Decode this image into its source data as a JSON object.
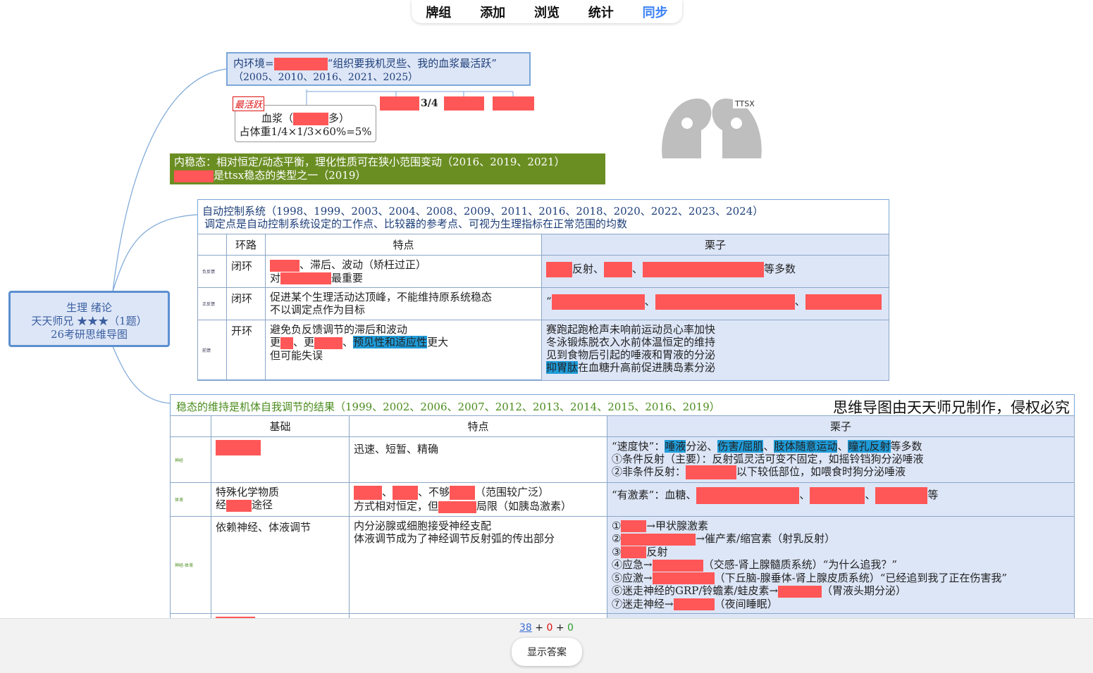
{
  "nav": {
    "tabs": [
      {
        "label": "牌组"
      },
      {
        "label": "添加"
      },
      {
        "label": "浏览"
      },
      {
        "label": "统计"
      },
      {
        "label": "同步",
        "active": true
      }
    ]
  },
  "root_node": {
    "line1": "生理 绪论",
    "line2": "天天师兄 ★★★（1题）",
    "line3": "26考研思维导图"
  },
  "node_internal_env": {
    "line1_prefix": "内环境=",
    "line1_suffix": "“组织要我机灵些、我的血浆最活跃”",
    "line2": "（2005、2010、2016、2021、2025）",
    "fraction_label": "3/4",
    "tag": "最活跃",
    "plasma_prefix": "血浆（",
    "plasma_suffix": "多）",
    "plasma_line2": "占体重1/4×1/3×60%=5%"
  },
  "node_homeostasis": {
    "line1": "内稳态：相对恒定/动态平衡，理化性质可在狭小范围变动（2016、2019、2021）",
    "line2_suffix": "是ttsx稳态的类型之一（2019）"
  },
  "logo": {
    "text": "TTSX"
  },
  "auto_control": {
    "line1": "自动控制系统（1998、1999、2003、2004、2008、2009、2011、2016、2018、2020、2022、2023、2024）",
    "line2": "调定点是自动控制系统设定的工作点、比较器的参考点、可视为生理指标在正常范围的均数",
    "headers": [
      "环路",
      "特点",
      "栗子"
    ],
    "rows": [
      {
        "side": "负反馈",
        "loop": "闭环",
        "feature_a": "、滞后、波动（矫枉过正）",
        "feature_b_prefix": "对",
        "feature_b_suffix": "最重要",
        "example_a": "反射、",
        "example_b": "、",
        "example_c": "等多数"
      },
      {
        "side": "正反馈",
        "loop": "闭环",
        "feature_a": "促进某个生理活动达顶峰，不能维持原系统稳态",
        "feature_b": "不以调定点作为目标",
        "example_a": "“",
        "example_b": "、",
        "example_c": "、"
      },
      {
        "side": "前馈",
        "loop": "开环",
        "feature_a": "避免负反馈调节的滞后和波动",
        "feature_b_1": "更",
        "feature_b_2": "、更",
        "feature_b_3": "、",
        "feature_b_hl": "预见性和适应性",
        "feature_b_4": "更大",
        "feature_c": "但可能失误",
        "examples": [
          "赛跑起跑枪声未响前运动员心率加快",
          "冬泳锻炼脱衣入水前体温恒定的维持",
          "见到食物后引起的唾液和胃液的分泌"
        ],
        "example_last_hl": "抑胃肽",
        "example_last_suffix": "在血糖升高前促进胰岛素分泌"
      }
    ]
  },
  "regulation": {
    "title": "稳态的维持是机体自我调节的结果（1999、2002、2006、2007、2012、2013、2014、2015、2016、2019）",
    "watermark": "思维导图由天天师兄制作，侵权必究",
    "headers": [
      "基础",
      "特点",
      "栗子"
    ],
    "rows": [
      {
        "side": "神经",
        "feature": "迅速、短暂、精确",
        "ex1_prefix": "“速度快”：",
        "ex1_hl1": "唾液",
        "ex1_t1": "分泌、",
        "ex1_hl2": "伤害/屈肌",
        "ex1_t2": "、",
        "ex1_hl3": "肢体随意运动",
        "ex1_t3": "、",
        "ex1_hl4": "瞳孔",
        "ex1_hl5": "反射",
        "ex1_suffix": "等多数",
        "ex2": "①条件反射（主要）：反射弧灵活可变不固定，如摇铃铛狗分泌唾液",
        "ex3_prefix": "②非条件反射：",
        "ex3_suffix": "以下较低部位，如喂食时狗分泌唾液"
      },
      {
        "side": "体液",
        "base1": "特殊化学物质",
        "base2_prefix": "经",
        "base2_suffix": "途径",
        "f1_a": "、",
        "f1_b": "、不够",
        "f1_c": "（范围较广泛）",
        "f2_a": "方式相对恒定，但",
        "f2_b": "局限（如胰岛激素）",
        "ex_prefix": "“有激素”：血糖、",
        "ex_sep1": "、",
        "ex_sep2": "、",
        "ex_suffix": "等"
      },
      {
        "side": "神经-体液",
        "base": "依赖神经、体液调节",
        "f1": "内分泌腺或细胞接受神经支配",
        "f2": "体液调节成为了神经调节反射弧的传出部分",
        "e1_num": "①",
        "e1_suffix": "→甲状腺激素",
        "e2_num": "②",
        "e2_suffix": "→催产素/缩宫素（射乳反射）",
        "e3_num": "③",
        "e3_suffix": "反射",
        "e4_prefix": "④应急→",
        "e4_suffix": "（交感-肾上腺髓质系统）“为什么追我？”",
        "e5_prefix": "⑤应激→",
        "e5_suffix": "（下丘脑-腺垂体-肾上腺皮质系统）“已经追到我了正在伤害我”",
        "e6_prefix": "⑥迷走神经的GRP/铃蟾素/蛙皮素→",
        "e6_suffix": "（胃液头期分泌）",
        "e7_prefix": "⑦迷走神经→",
        "e7_suffix": "（夜间睡眠）"
      }
    ]
  },
  "bottom": {
    "count_new": "38",
    "plus1": " + ",
    "count_learn": "0",
    "plus2": " + ",
    "count_review": "0",
    "show_answer": "显示答案"
  },
  "colors": {
    "redact": "#ff5757",
    "highlight": "#1f9bd8",
    "green_box": "#6b8e23",
    "table_header_bg": "#dde6f7",
    "active_tab": "#3b82f6"
  }
}
